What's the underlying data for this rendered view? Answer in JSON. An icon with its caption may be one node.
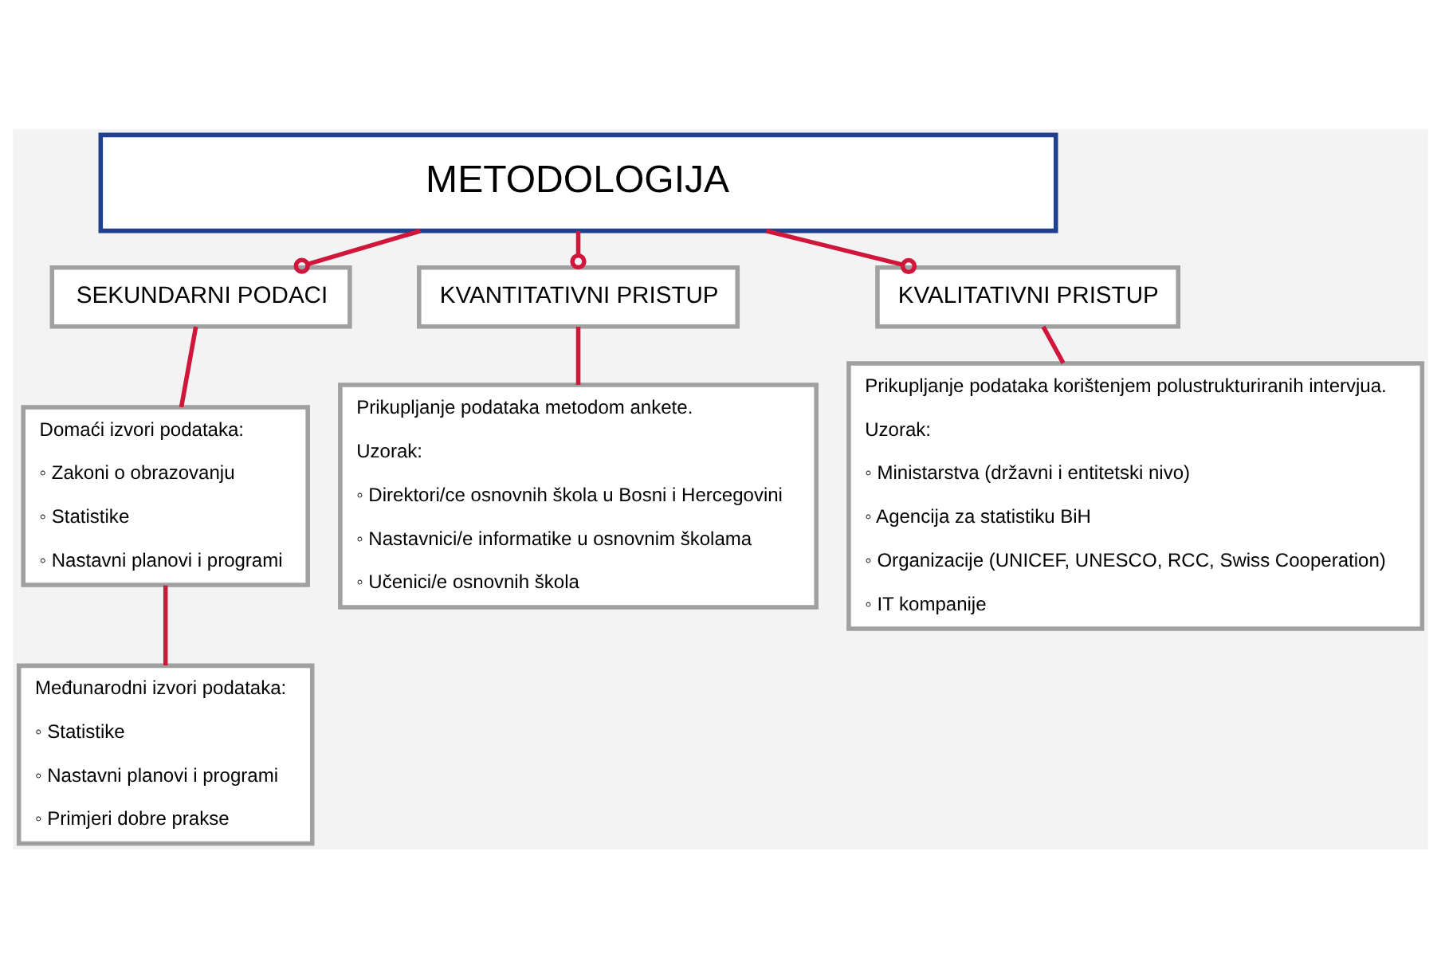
{
  "diagram": {
    "nodes": [
      {
        "text": [
          "METODOLOGIJA"
        ]
      },
      {
        "text": [
          "SEKUNDARNI PODACI"
        ]
      },
      {
        "text": [
          "KVANTITATIVNI PRISTUP"
        ]
      },
      {
        "text": [
          "KVALITATIVNI PRISTUP"
        ]
      },
      {
        "text": [
          "Domaći izvori podataka:",
          "◦ Zakoni o obrazovanju",
          "◦ Statistike",
          "◦ Nastavni planovi i programi"
        ]
      },
      {
        "text": [
          "Međunarodni izvori podataka:",
          "◦ Statistike",
          "◦ Nastavni planovi i programi",
          "◦ Primjeri dobre prakse"
        ]
      },
      {
        "text": [
          "Prikupljanje podataka metodom ankete.",
          "Uzorak:",
          "◦ Direktori/ce osnovnih škola u Bosni i Hercegovini",
          "◦ Nastavnici/e informatike u osnovnim školama",
          "◦ Učenici/e osnovnih škola"
        ]
      },
      {
        "text": [
          "Prikupljanje podataka korištenjem polustrukturiranih intervjua.",
          "Uzorak:",
          "◦ Ministarstva (državni i entitetski nivo)",
          "◦ Agencija za statistiku BiH",
          "◦ Organizacije (UNICEF, UNESCO, RCC, Swiss Cooperation)",
          "◦ IT kompanije"
        ]
      }
    ],
    "edges": [
      {
        "from": 0,
        "to": 1,
        "arrow": "other"
      },
      {
        "from": 0,
        "to": 2,
        "arrow": "other"
      },
      {
        "from": 0,
        "to": 3,
        "arrow": "other"
      },
      {
        "from": 1,
        "to": 4,
        "arrow": "none"
      },
      {
        "from": 4,
        "to": 5,
        "arrow": "none"
      },
      {
        "from": 2,
        "to": 6,
        "arrow": "none"
      },
      {
        "from": 3,
        "to": 7,
        "arrow": "none"
      }
    ]
  }
}
